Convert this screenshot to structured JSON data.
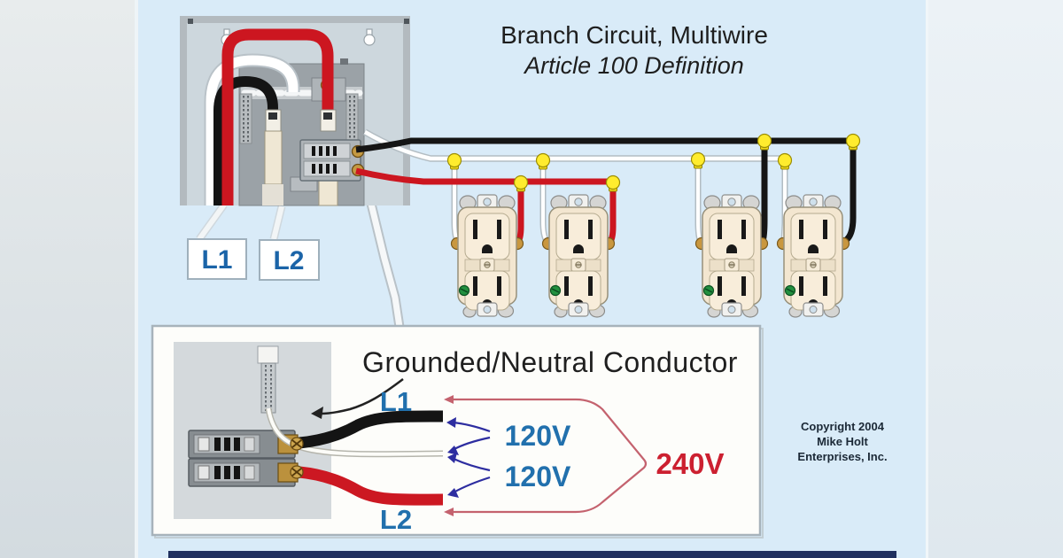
{
  "title": {
    "line1": "Branch Circuit, Multiwire",
    "line2": "Article 100 Definition"
  },
  "panel_labels": {
    "l1": "L1",
    "l2": "L2"
  },
  "inset": {
    "heading": "Grounded/Neutral Conductor",
    "l1_label": "L1",
    "l2_label": "L2",
    "voltage_top": "120V",
    "voltage_bottom": "120V",
    "voltage_total": "240V"
  },
  "copyright": {
    "line1": "Copyright 2004",
    "line2": "Mike Holt",
    "line3": "Enterprises, Inc."
  },
  "colors": {
    "background": "#d9ebf8",
    "hot_wire_black": "#151515",
    "neutral_wire_white": "#ffffff",
    "hot_wire_red": "#cc1620",
    "wire_nut_yellow": "#ffec2e",
    "label_blue": "#1b64a8",
    "voltage_red": "#cc2030",
    "footer_bar_navy": "#20305f"
  }
}
